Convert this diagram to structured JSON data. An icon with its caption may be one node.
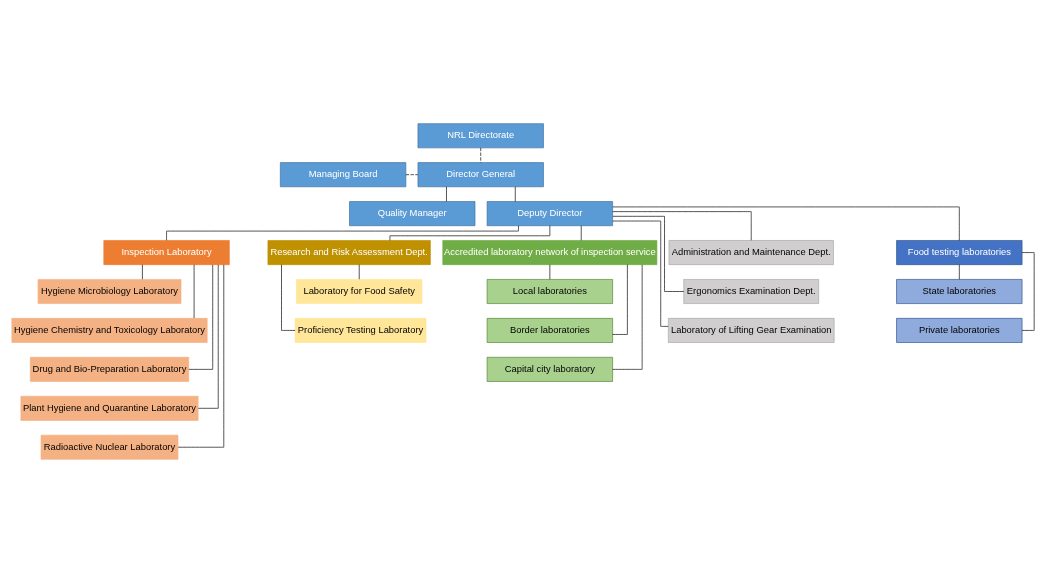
{
  "diagram": {
    "nodes": [
      {
        "text": [
          "Managing Board"
        ]
      },
      {
        "text": [
          "Director General"
        ]
      },
      {
        "text": [
          "NRL Directorate"
        ]
      },
      {
        "text": [
          "Quality Manager"
        ]
      },
      {
        "text": [
          "Deputy Director"
        ]
      },
      {
        "text": [
          "Inspection Laboratory"
        ]
      },
      {
        "text": [
          "Hygiene Microbiology Laboratory"
        ]
      },
      {
        "text": [
          "Hygiene Chemistry and Toxicology Laboratory"
        ]
      },
      {
        "text": [
          "Drug and Bio-Preparation Laboratory"
        ]
      },
      {
        "text": [
          "Plant Hygiene and Quarantine Laboratory"
        ]
      },
      {
        "text": [
          "Radioactive Nuclear Laboratory"
        ]
      },
      {
        "text": [
          "Research and Risk Assessment Dept."
        ]
      },
      {
        "text": [
          "Laboratory for Food Safety"
        ]
      },
      {
        "text": [
          "Proficiency Testing Laboratory"
        ]
      },
      {
        "text": [
          "Accredited laboratory network of inspection service"
        ]
      },
      {
        "text": [
          "Local laboratories"
        ]
      },
      {
        "text": [
          "Border laboratories"
        ]
      },
      {
        "text": [
          "Capital city laboratory"
        ]
      },
      {
        "text": [
          "Administration and Maintenance Dept."
        ]
      },
      {
        "text": [
          "Ergonomics Examination Dept."
        ]
      },
      {
        "text": [
          "Laboratory of Lifting Gear Examination"
        ]
      },
      {
        "text": [
          "Food testing laboratories"
        ]
      },
      {
        "text": [
          "State laboratories"
        ]
      },
      {
        "text": [
          "Private laboratories"
        ]
      }
    ],
    "edges": [
      {
        "from": 0,
        "to": 1,
        "arrow": "none",
        "style": "dashed"
      },
      {
        "from": 2,
        "to": 1,
        "arrow": "none",
        "style": "dashed"
      },
      {
        "from": 1,
        "to": 4,
        "arrow": "none"
      },
      {
        "from": 1,
        "to": 3,
        "arrow": "none"
      },
      {
        "from": 4,
        "to": 5,
        "arrow": "none"
      },
      {
        "from": 4,
        "to": 11,
        "arrow": "none"
      },
      {
        "from": 4,
        "to": 14,
        "arrow": "none"
      },
      {
        "from": 4,
        "to": 18,
        "arrow": "none"
      },
      {
        "from": 4,
        "to": 19,
        "arrow": "none"
      },
      {
        "from": 4,
        "to": 20,
        "arrow": "none"
      },
      {
        "from": 4,
        "to": 21,
        "arrow": "none"
      },
      {
        "from": 5,
        "to": 6,
        "arrow": "none"
      },
      {
        "from": 5,
        "to": 7,
        "arrow": "none"
      },
      {
        "from": 5,
        "to": 8,
        "arrow": "none"
      },
      {
        "from": 5,
        "to": 9,
        "arrow": "none"
      },
      {
        "from": 5,
        "to": 10,
        "arrow": "none"
      },
      {
        "from": 11,
        "to": 12,
        "arrow": "none"
      },
      {
        "from": 11,
        "to": 13,
        "arrow": "none"
      },
      {
        "from": 14,
        "to": 15,
        "arrow": "none"
      },
      {
        "from": 14,
        "to": 16,
        "arrow": "none"
      },
      {
        "from": 14,
        "to": 17,
        "arrow": "none"
      },
      {
        "from": 21,
        "to": 22,
        "arrow": "none"
      },
      {
        "from": 21,
        "to": 23,
        "arrow": "none"
      }
    ]
  }
}
